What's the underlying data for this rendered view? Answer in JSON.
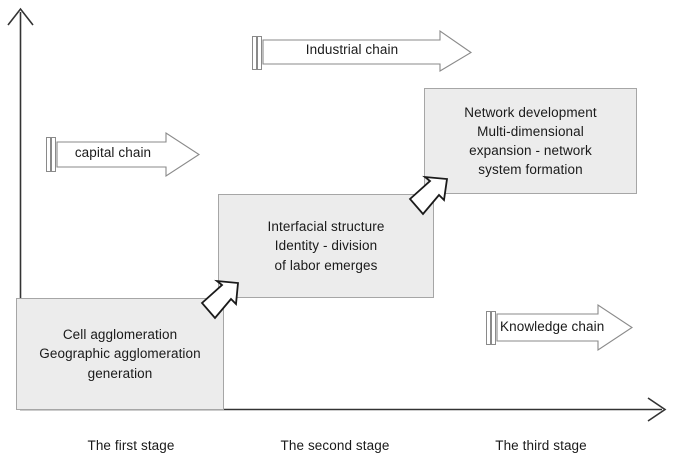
{
  "diagram": {
    "title": "Three-stage industrial cluster evolution diagram",
    "axis": {
      "vertical_name": "vertical-axis",
      "horizontal_name": "horizontal-axis"
    },
    "colors": {
      "box_fill": "#ececec",
      "box_border": "#a6a6a6",
      "arrow_outline": "#808080",
      "connector_outline": "#1a1a1a",
      "axis": "#333333",
      "text": "#1a1a1a"
    },
    "stage_boxes": [
      {
        "id": "stage-one-box",
        "text": "Cell agglomeration\nGeographic agglomeration\ngeneration"
      },
      {
        "id": "stage-two-box",
        "text": "Interfacial structure\nIdentity - division\nof labor emerges"
      },
      {
        "id": "stage-three-box",
        "text": "Network development\nMulti-dimensional\nexpansion - network\nsystem formation"
      }
    ],
    "chain_arrows": [
      {
        "id": "capital-chain-arrow",
        "label": "capital chain"
      },
      {
        "id": "industrial-chain-arrow",
        "label": "Industrial chain"
      },
      {
        "id": "knowledge-chain-arrow",
        "label": "Knowledge chain"
      }
    ],
    "connectors": [
      {
        "id": "connector-arrow-stage-one-to-two"
      },
      {
        "id": "connector-arrow-stage-two-to-three"
      }
    ],
    "stage_captions": [
      {
        "id": "stage-caption-first",
        "label": "The first stage"
      },
      {
        "id": "stage-caption-second",
        "label": "The second stage"
      },
      {
        "id": "stage-caption-third",
        "label": "The third stage"
      }
    ]
  }
}
